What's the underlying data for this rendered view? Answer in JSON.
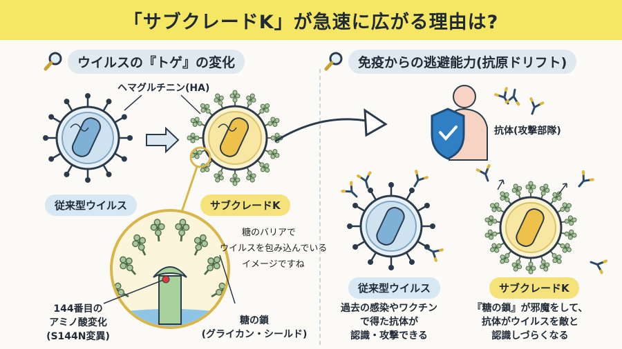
{
  "title": "「サブクレードK」が急速に広がる理由は?",
  "left_section": {
    "heading": "ウイルスの『トゲ』の変化",
    "ha_label": "ヘマグルチニン(HA)",
    "old_virus_label": "従来型ウイルス",
    "subclade_label": "サブクレードK",
    "note_lines": [
      "糖のバリアで",
      "ウイルスを包み込んでいる",
      "イメージですね"
    ],
    "mutation_label": [
      "144番目の",
      "アミノ酸変化",
      "(S144N変異)"
    ],
    "sugar_chain_label": [
      "糖の鎖",
      "(グライカン・シールド)"
    ]
  },
  "right_section": {
    "heading": "免疫からの逃避能力(抗原ドリフト)",
    "antibody_label": "抗体(攻撃部隊)",
    "old_virus_label": "従来型ウイルス",
    "old_virus_desc": [
      "過去の感染やワクチン",
      "で得た抗体が",
      "認識・攻撃できる"
    ],
    "subclade_label": "サブクレードK",
    "subclade_desc": [
      "『糖の鎖』が邪魔をして、",
      "抗体がウイルスを敵と",
      "認識しづらくなる"
    ]
  },
  "icons": [
    "magnifier-icon",
    "shield-check-icon",
    "arrow-right-icon",
    "antibody-icon"
  ],
  "colors": {
    "title_bg": "#f5e663",
    "heading_pill": "#dfe9ef",
    "virus_blue": "#8fb3cf",
    "virus_yellow": "#f7e7a3",
    "spike_green": "#8fb48a"
  }
}
